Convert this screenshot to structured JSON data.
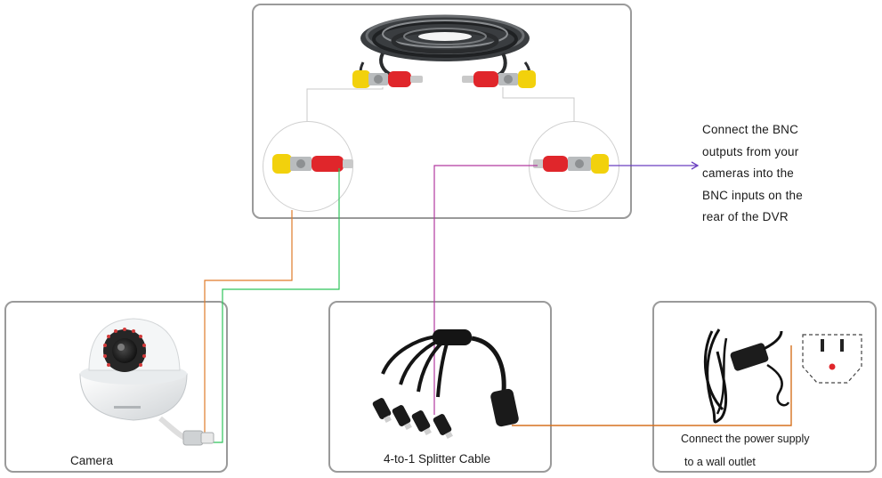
{
  "labels": {
    "camera": "Camera",
    "splitter": "4-to-1 Splitter Cable",
    "power_line_1": "Connect the power supply",
    "power_line_2": "to a wall outlet"
  },
  "bnc_note": {
    "lines": [
      "Connect the BNC",
      "outputs from your",
      "cameras into the",
      "BNC inputs on the",
      "rear of the DVR"
    ]
  },
  "colors": {
    "panel_border": "#9a9a9a",
    "video_line": "#e07b2a",
    "power_line": "#2ec45a",
    "dc_line": "#b23aa0",
    "dvr_arrow": "#6a3fc0",
    "adapter_line": "#d6711e",
    "connector_yellow": "#f2d10c",
    "connector_red": "#e0262b"
  },
  "icons": [
    "cable-coil-icon",
    "bnc-connector-icon",
    "dc-plug-icon",
    "dome-camera-icon",
    "splitter-cable-icon",
    "power-adapter-icon",
    "wall-outlet-icon"
  ]
}
